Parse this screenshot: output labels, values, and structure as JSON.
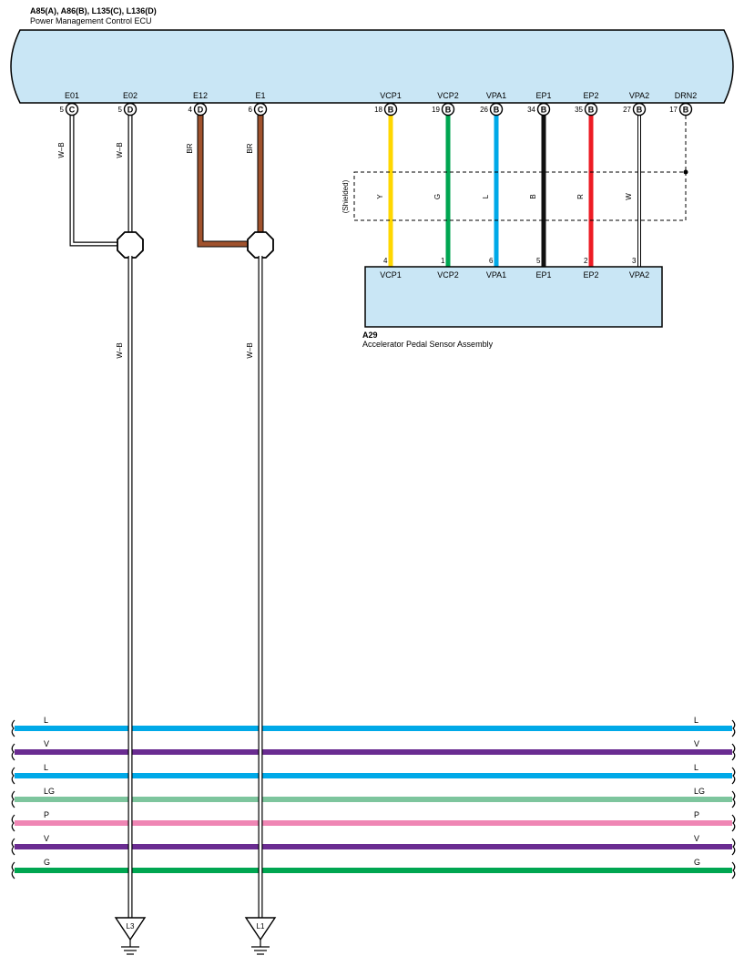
{
  "ecu": {
    "connectors": "A85(A), A86(B), L135(C), L136(D)",
    "name": "Power Management Control ECU",
    "fill": "#c9e6f5"
  },
  "ecu_pins": [
    {
      "name": "E01",
      "pin": "5",
      "conn": "C"
    },
    {
      "name": "E02",
      "pin": "5",
      "conn": "D"
    },
    {
      "name": "E12",
      "pin": "4",
      "conn": "D"
    },
    {
      "name": "E1",
      "pin": "6",
      "conn": "C"
    },
    {
      "name": "VCP1",
      "pin": "18",
      "conn": "B"
    },
    {
      "name": "VCP2",
      "pin": "19",
      "conn": "B"
    },
    {
      "name": "VPA1",
      "pin": "26",
      "conn": "B"
    },
    {
      "name": "EP1",
      "pin": "34",
      "conn": "B"
    },
    {
      "name": "EP2",
      "pin": "35",
      "conn": "B"
    },
    {
      "name": "VPA2",
      "pin": "27",
      "conn": "B"
    },
    {
      "name": "DRN2",
      "pin": "17",
      "conn": "B"
    }
  ],
  "ground_wires": [
    {
      "code": "W–B",
      "color": "#ffffff"
    },
    {
      "code": "W–B",
      "color": "#ffffff"
    },
    {
      "code": "BR",
      "color": "#a0522d"
    },
    {
      "code": "BR",
      "color": "#a0522d"
    }
  ],
  "trunk_wires": [
    {
      "code": "W–B"
    },
    {
      "code": "W–B"
    }
  ],
  "sensor_wires": [
    {
      "code": "Y",
      "color": "#ffd700"
    },
    {
      "code": "G",
      "color": "#00a651"
    },
    {
      "code": "L",
      "color": "#00a9e8"
    },
    {
      "code": "B",
      "color": "#111111"
    },
    {
      "code": "R",
      "color": "#ed1c24"
    },
    {
      "code": "W",
      "color": "#ffffff"
    }
  ],
  "shield_label": "(Shielded)",
  "sensor": {
    "id": "A29",
    "name": "Accelerator Pedal Sensor Assembly",
    "fill": "#c9e6f5",
    "pins": [
      {
        "name": "VCP1",
        "pin": "4"
      },
      {
        "name": "VCP2",
        "pin": "1"
      },
      {
        "name": "VPA1",
        "pin": "6"
      },
      {
        "name": "EP1",
        "pin": "5"
      },
      {
        "name": "EP2",
        "pin": "2"
      },
      {
        "name": "VPA2",
        "pin": "3"
      }
    ]
  },
  "bus_lines": [
    {
      "code": "L",
      "color": "#00a9e8"
    },
    {
      "code": "V",
      "color": "#6a2c91"
    },
    {
      "code": "L",
      "color": "#00a9e8"
    },
    {
      "code": "LG",
      "color": "#7dc59d"
    },
    {
      "code": "P",
      "color": "#ef86b4"
    },
    {
      "code": "V",
      "color": "#6a2c91"
    },
    {
      "code": "G",
      "color": "#00a651"
    }
  ],
  "grounds": [
    "L3",
    "L1"
  ]
}
